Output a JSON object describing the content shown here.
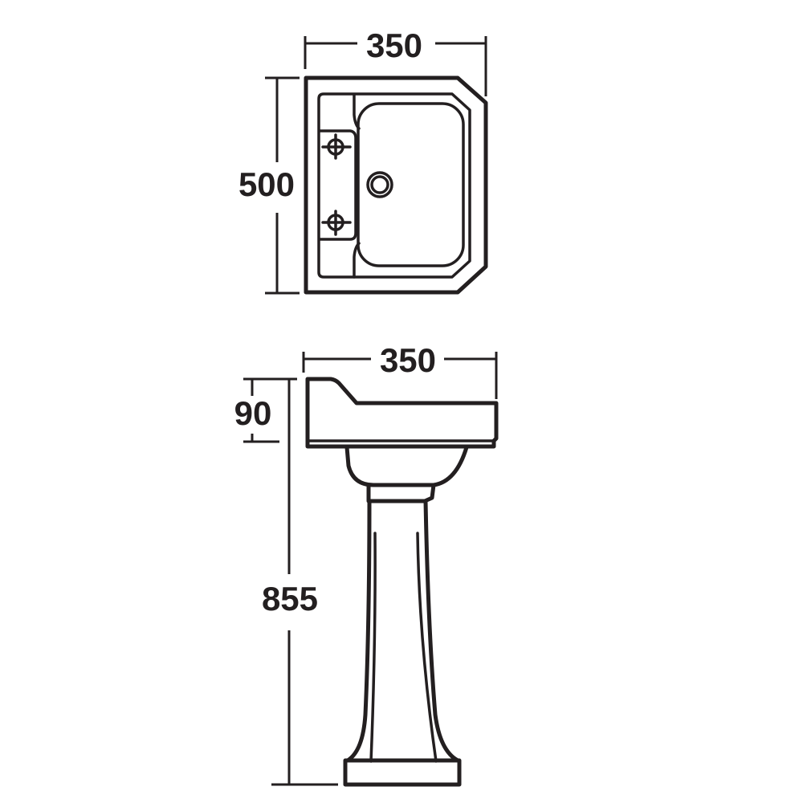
{
  "top_view": {
    "width_label": "350",
    "depth_label": "500"
  },
  "front_view": {
    "width_label": "350",
    "basin_height_label": "90",
    "overall_height_label": "855"
  },
  "colors": {
    "line": "#231f20",
    "background": "#ffffff"
  }
}
